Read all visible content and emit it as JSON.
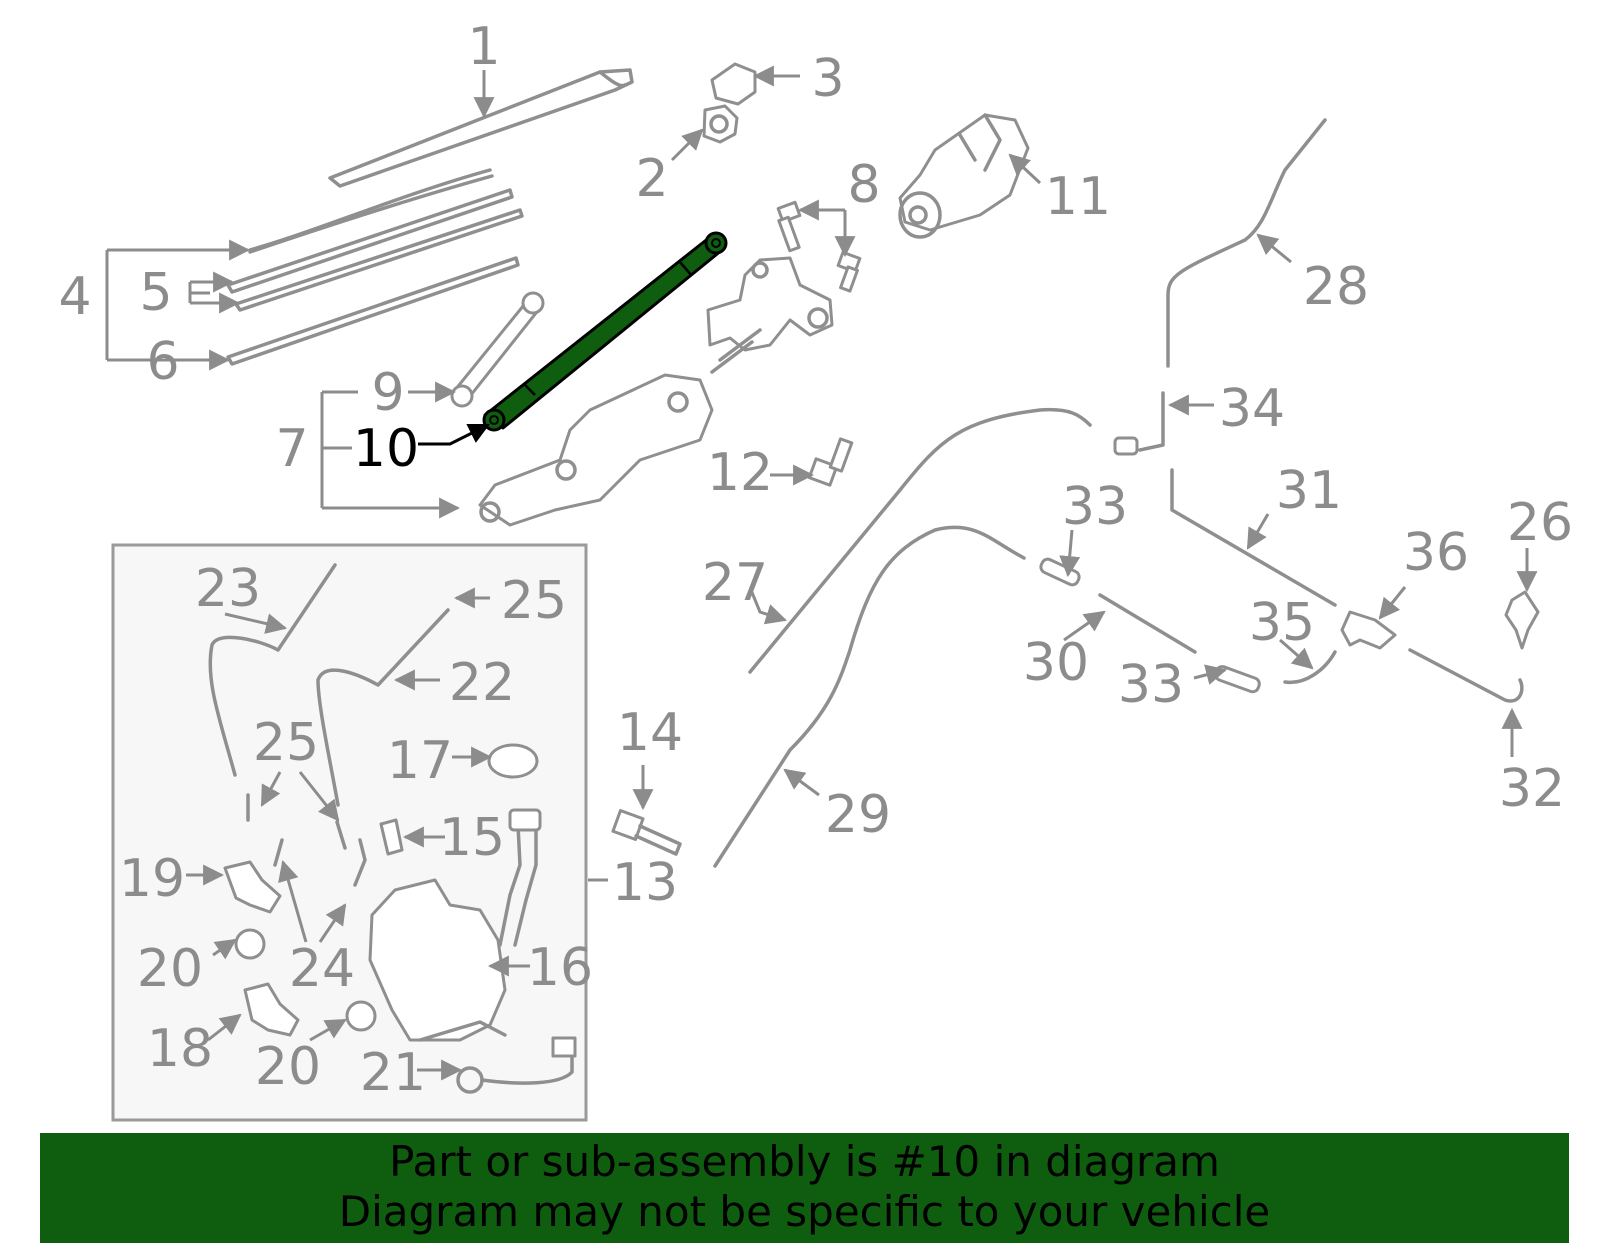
{
  "diagram": {
    "highlighted_part": "10",
    "callouts": [
      "1",
      "2",
      "3",
      "4",
      "5",
      "6",
      "7",
      "8",
      "9",
      "10",
      "11",
      "12",
      "13",
      "14",
      "15",
      "16",
      "17",
      "18",
      "19",
      "20",
      "20",
      "21",
      "22",
      "23",
      "24",
      "25",
      "25",
      "26",
      "27",
      "28",
      "29",
      "30",
      "31",
      "32",
      "33",
      "33",
      "34",
      "35",
      "36"
    ],
    "colors": {
      "highlight": "#0f5e0f",
      "parts": "#8f8f8f",
      "labels": "#8c8c8c",
      "inset_bg": "#f7f7f7"
    }
  },
  "banner": {
    "line1": "Part or sub-assembly is #10 in diagram",
    "line2": "Diagram may not be specific to your vehicle"
  }
}
